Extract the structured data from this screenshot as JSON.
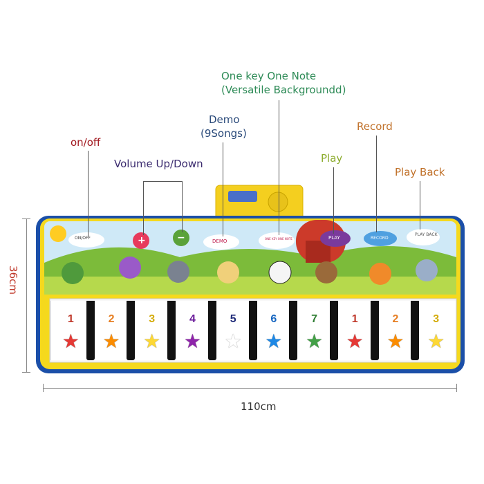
{
  "callouts": {
    "on_off": "on/off",
    "volume": "Volume Up/Down",
    "demo_line1": "Demo",
    "demo_line2": "(9Songs)",
    "one_key_line1": "One key One Note",
    "one_key_line2": "(Versatile Backgroundd)",
    "play": "Play",
    "record": "Record",
    "play_back": "Play Back"
  },
  "buttons": {
    "on_off": "ON/OFF",
    "demo": "DEMO",
    "one_key": "ONE KEY ONE NOTE",
    "play": "PLAY",
    "record": "RECORD",
    "play_back": "PLAY BACK"
  },
  "keys": [
    "1",
    "2",
    "3",
    "4",
    "5",
    "6",
    "7",
    "1",
    "2",
    "3"
  ],
  "dimensions": {
    "height": "36cm",
    "width": "110cm"
  },
  "colors": {
    "on_off": "#a0151c",
    "volume": "#3a2a6e",
    "demo": "#2a4a7a",
    "one_key": "#2e8b57",
    "play": "#8aaa2a",
    "record": "#c0712a",
    "play_back": "#c0712a",
    "mat_border": "#f2d21b",
    "mat_edge": "#1b4fa8"
  }
}
